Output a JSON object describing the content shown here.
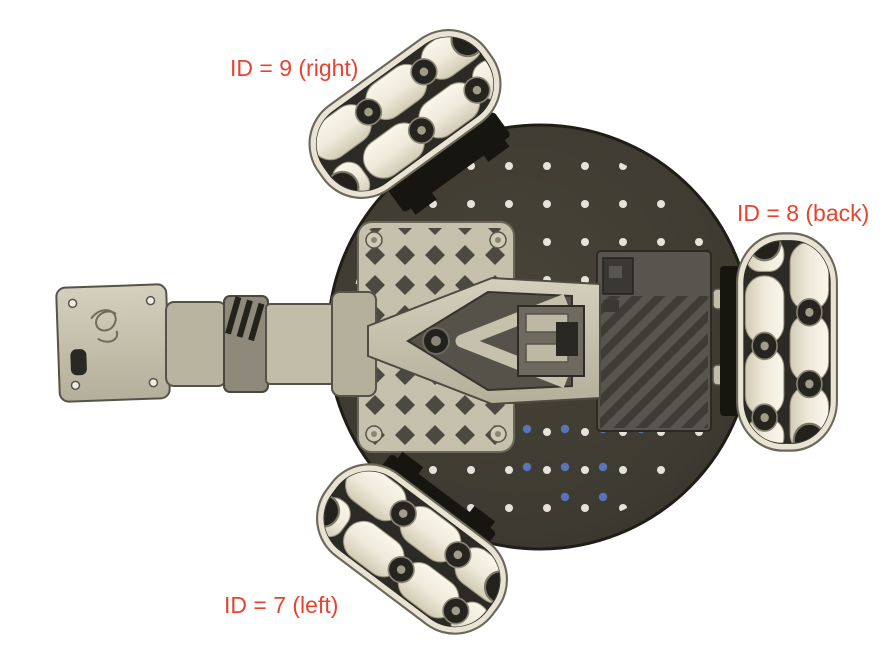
{
  "figure": {
    "annotations": {
      "wheel_right": "ID = 9 (right)",
      "wheel_back": "ID = 8 (back)",
      "wheel_left": "ID = 7 (left)"
    },
    "colors": {
      "annotation_text": "#e8432f",
      "base_plate": "#3d3a31",
      "plate_rim": "#201d17",
      "wheel_roller": "#efeadb",
      "arm_body": "#c9c4af",
      "vent_panel": "#57554e",
      "bracket": "#17150f",
      "mount_hole_dot": "#f3f1ea",
      "blue_hole_dot": "#5e79c8"
    }
  }
}
